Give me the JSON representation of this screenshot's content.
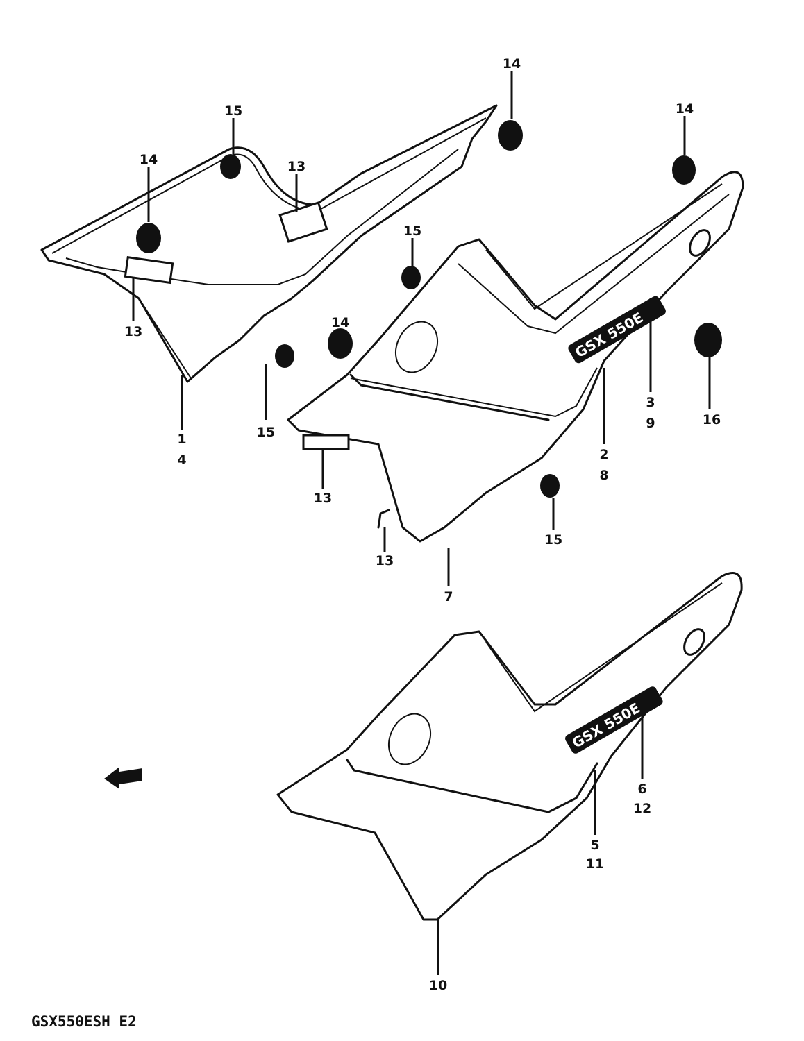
{
  "diagram_title": "GSX550ESH E2",
  "emblem_text": "GSX 550E",
  "callouts": {
    "c14a": "14",
    "c15a": "15",
    "c14b": "14",
    "c13a": "13",
    "c14c": "14",
    "c15b": "15",
    "c13b": "13",
    "c14d": "14",
    "c1": "1",
    "c4": "4",
    "c15c": "15",
    "c2": "2",
    "c8": "8",
    "c3": "3",
    "c9": "9",
    "c16": "16",
    "c13c": "13",
    "c13d": "13",
    "c7": "7",
    "c15d": "15",
    "c6": "6",
    "c12": "12",
    "c5": "5",
    "c11": "11",
    "c10": "10"
  }
}
